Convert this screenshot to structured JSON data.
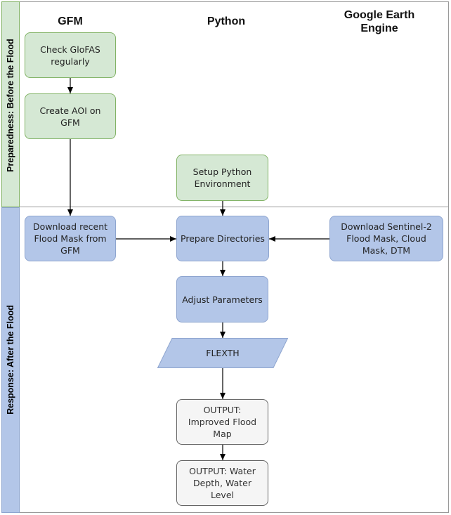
{
  "lanes": {
    "before": "Preparedness: Before the Flood",
    "after": "Response: After the Flood"
  },
  "columns": {
    "gfm": "GFM",
    "python": "Python",
    "gee": "Google Earth Engine"
  },
  "nodes": {
    "check_glofas": "Check GloFAS regularly",
    "create_aoi": "Create AOI on GFM",
    "setup_python": "Setup Python Environment",
    "download_flood_mask": "Download recent Flood Mask from GFM",
    "prepare_directories": "Prepare Directories",
    "download_sentinel": "Download Sentinel-2 Flood Mask, Cloud Mask, DTM",
    "adjust_parameters": "Adjust Parameters",
    "flexth": "FLEXTH",
    "output_flood_map": "OUTPUT: Improved Flood Map",
    "output_water_depth": "OUTPUT: Water Depth, Water Level"
  },
  "colors": {
    "lane_fill": "#d5e8d4",
    "lane_fill_after": "#b3c6e8",
    "green_fill": "#d5e8d4",
    "blue_fill": "#b3c6e8",
    "grey_fill": "#f5f5f5",
    "edge": "#000000"
  }
}
